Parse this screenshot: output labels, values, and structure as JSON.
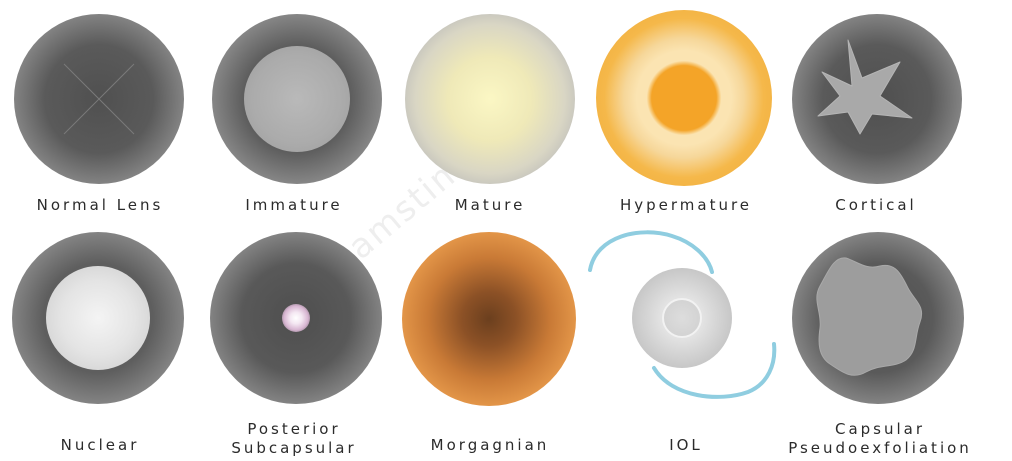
{
  "figure": {
    "labels": {
      "normal": "Normal Lens",
      "immature": "Immature",
      "mature": "Mature",
      "hypermature": "Hypermature",
      "cortical": "Cortical",
      "nuclear": "Nuclear",
      "psc_line1": "Posterior",
      "psc_line2": "Subcapsular",
      "morgagnian": "Morgagnian",
      "iol": "IOL",
      "capsular_line1": "Capsular",
      "capsular_line2": "Pseudoexfoliation"
    },
    "watermark": "dreamstime",
    "colors": {
      "lens_gray": "#5a5a5a",
      "mature_yellow": "#fbf7c4",
      "hypermature_orange": "#f4a428",
      "morgagnian_brown": "#6b3f1e",
      "iol_haptic_blue": "#8fcde0",
      "label_text": "#2b2b2b"
    }
  }
}
